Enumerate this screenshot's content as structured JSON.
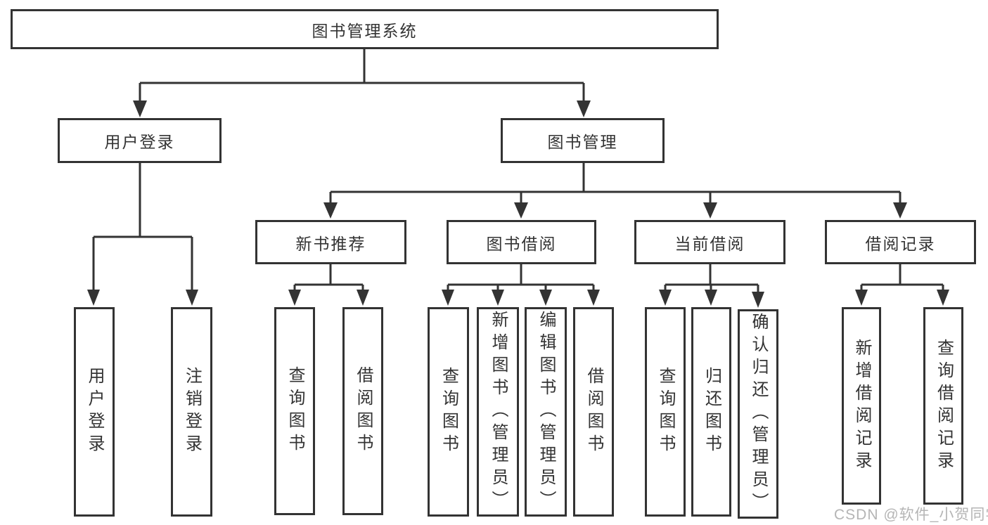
{
  "diagram": {
    "title": "图书管理系统",
    "root": {
      "label": "图书管理系统"
    },
    "branches": [
      {
        "label": "用户登录",
        "children": [
          {
            "label": "用户登录"
          },
          {
            "label": "注销登录"
          }
        ]
      },
      {
        "label": "图书管理",
        "children": [
          {
            "label": "新书推荐",
            "children": [
              {
                "label": "查询图书"
              },
              {
                "label": "借阅图书"
              }
            ]
          },
          {
            "label": "图书借阅",
            "children": [
              {
                "label": "查询图书"
              },
              {
                "label": "新增图书（管理员）"
              },
              {
                "label": "编辑图书（管理员）"
              },
              {
                "label": "借阅图书"
              }
            ]
          },
          {
            "label": "当前借阅",
            "children": [
              {
                "label": "查询图书"
              },
              {
                "label": "归还图书"
              },
              {
                "label": "确认归还（管理员）"
              }
            ]
          },
          {
            "label": "借阅记录",
            "children": [
              {
                "label": "新增借阅记录"
              },
              {
                "label": "查询借阅记录"
              }
            ]
          }
        ]
      }
    ]
  },
  "watermark": {
    "text": "CSDN @软件_小贺同学"
  },
  "colors": {
    "line": "#333333",
    "box_border": "#333333",
    "box_fill": "#ffffff",
    "text": "#333333",
    "watermark": "#b5b5b5",
    "background": "#ffffff"
  }
}
